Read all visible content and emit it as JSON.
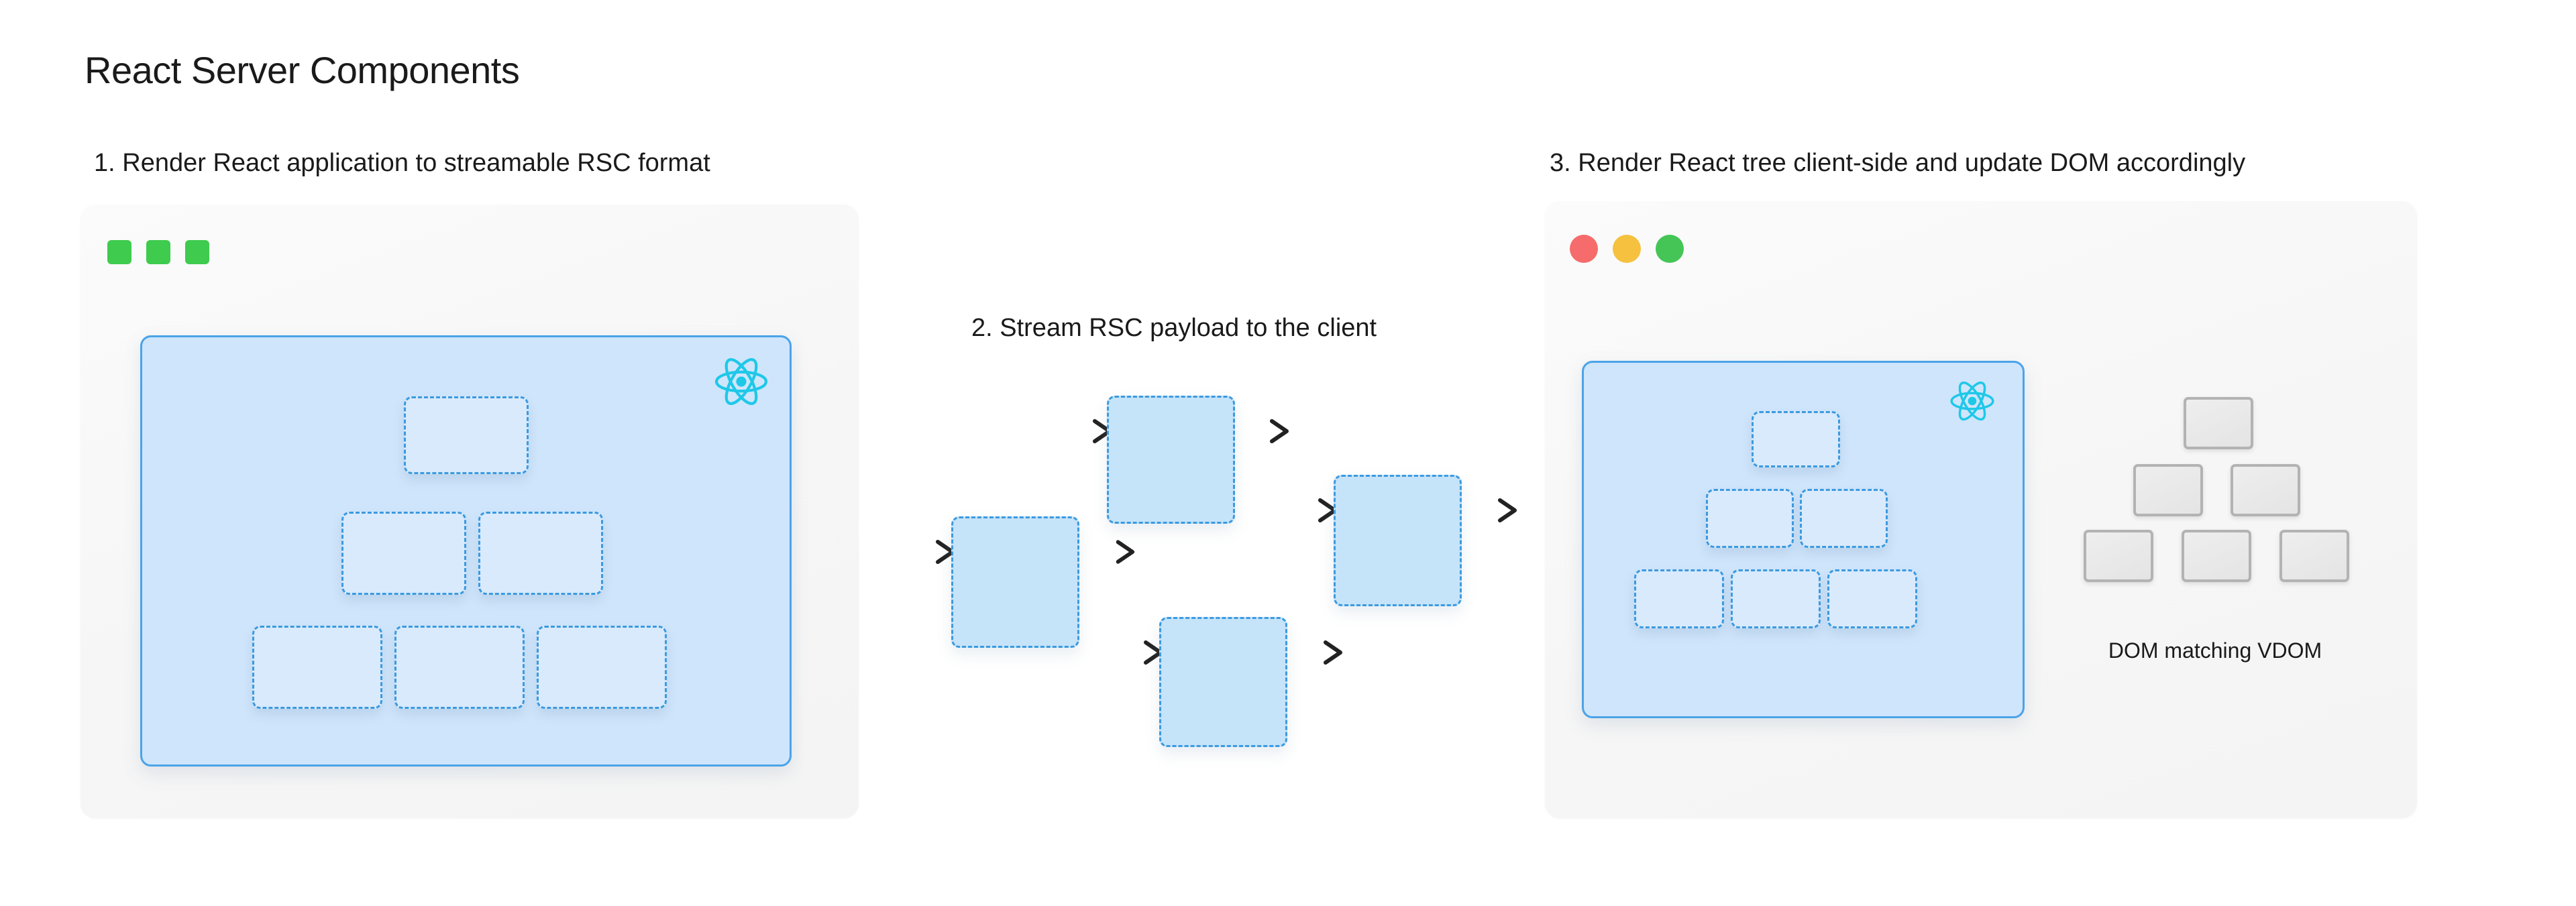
{
  "page": {
    "title": "React Server Components"
  },
  "steps": [
    {
      "id": "step-1",
      "heading": "1. Render React application to streamable RSC format"
    },
    {
      "id": "step-2",
      "heading": "2. Stream RSC payload to the client"
    },
    {
      "id": "step-3",
      "heading": "3. Render React tree client-side and update DOM accordingly"
    }
  ],
  "panel_server": {
    "window_dots": [
      {
        "name": "window-dot-1",
        "shape": "square",
        "color": "#3ECB4E"
      },
      {
        "name": "window-dot-2",
        "shape": "square",
        "color": "#3ECB4E"
      },
      {
        "name": "window-dot-3",
        "shape": "square",
        "color": "#3ECB4E"
      }
    ],
    "tree": {
      "logo": "react-logo-icon",
      "logo_color": "#1EC8E8",
      "panel_fill": "#CFE5FB",
      "panel_border": "#4BA3E8",
      "node_border": "#3B9AE0",
      "rows": [
        {
          "row": 1,
          "count": 1
        },
        {
          "row": 2,
          "count": 2
        },
        {
          "row": 3,
          "count": 3
        }
      ],
      "node_count": 6
    }
  },
  "panel_stream": {
    "boxes": [
      {
        "id": "stream-box-a",
        "label": ""
      },
      {
        "id": "stream-box-b",
        "label": ""
      },
      {
        "id": "stream-box-c",
        "label": ""
      },
      {
        "id": "stream-box-d",
        "label": ""
      }
    ],
    "arrow_count": 8,
    "box_fill": "#C5E3F9",
    "box_border": "#3B9AE0",
    "arrow_color": "#222222"
  },
  "panel_client": {
    "window_dots": [
      {
        "name": "window-dot-close",
        "shape": "circle",
        "color": "#F66B6B"
      },
      {
        "name": "window-dot-minimize",
        "shape": "circle",
        "color": "#F5C13F"
      },
      {
        "name": "window-dot-maximize",
        "shape": "circle",
        "color": "#45C555"
      }
    ],
    "tree": {
      "logo": "react-logo-icon",
      "logo_color": "#1EC8E8",
      "panel_fill": "#CFE5FB",
      "panel_border": "#4BA3E8",
      "node_border": "#3B9AE0",
      "rows": [
        {
          "row": 1,
          "count": 1
        },
        {
          "row": 2,
          "count": 2
        },
        {
          "row": 3,
          "count": 3
        }
      ],
      "node_count": 6
    },
    "dom": {
      "caption": "DOM matching VDOM",
      "node_count": 6,
      "box_fill": "#E8E8E8",
      "box_border": "#B3B3B3",
      "rows": [
        {
          "row": 1,
          "count": 1
        },
        {
          "row": 2,
          "count": 2
        },
        {
          "row": 3,
          "count": 3
        }
      ]
    }
  },
  "theme": {
    "background": "#FFFFFF",
    "card_background": "#F7F7F7",
    "text_color": "#1A1A1A",
    "accent_blue": "#4BA3E8",
    "accent_cyan": "#1EC8E8"
  }
}
